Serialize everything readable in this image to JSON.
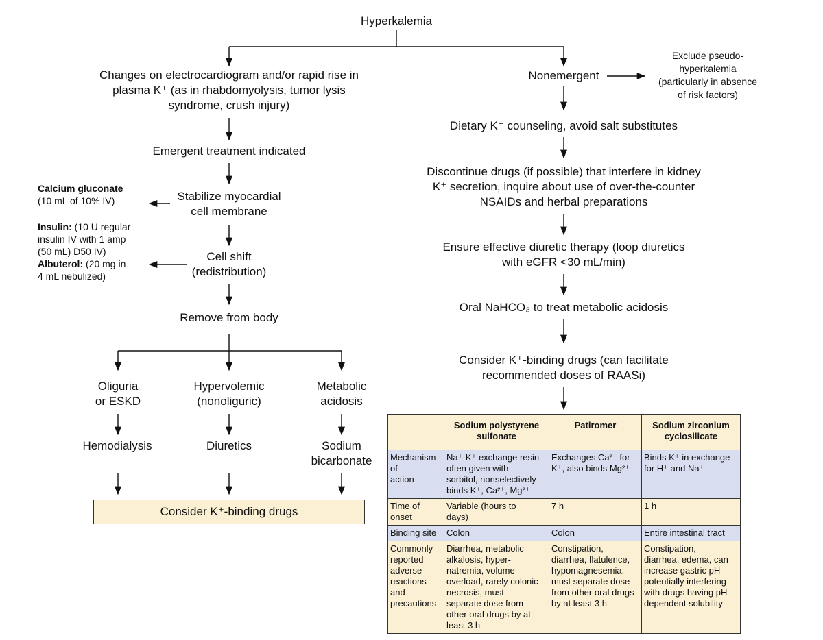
{
  "root": "Hyperkalemia",
  "left": {
    "trigger": "Changes on electrocardiogram and/or rapid rise in\nplasma K⁺ (as in rhabdomyolysis, tumor lysis\nsyndrome, crush injury)",
    "emergent": "Emergent treatment indicated",
    "stabilize": "Stabilize myocardial\ncell membrane",
    "cell_shift": "Cell shift\n(redistribution)",
    "remove": "Remove from body",
    "calcium_label": "Calcium gluconate",
    "calcium_dose": "(10 mL of 10% IV)",
    "insulin_label": "Insulin:",
    "insulin_dose_1": " (10 U regular",
    "insulin_dose_2": "insulin IV with 1 amp\n(50 mL) D50 IV)",
    "albuterol_label": "Albuterol:",
    "albuterol_dose_1": " (20 mg in",
    "albuterol_dose_2": "4 mL nebulized)",
    "branches": [
      {
        "condition": "Oliguria\nor ESKD",
        "treatment": "Hemodialysis"
      },
      {
        "condition": "Hypervolemic\n(nonoliguric)",
        "treatment": "Diuretics"
      },
      {
        "condition": "Metabolic\nacidosis",
        "treatment": "Sodium\nbicarbonate"
      }
    ],
    "final": "Consider K⁺-binding drugs"
  },
  "right": {
    "nonemergent": "Nonemergent",
    "exclude": "Exclude pseudo-\nhyperkalemia\n(particularly in absence\nof risk factors)",
    "steps": [
      "Dietary K⁺ counseling, avoid salt substitutes",
      "Discontinue drugs (if possible) that interfere in kidney\nK⁺ secretion, inquire about use of over-the-counter\nNSAIDs and herbal preparations",
      "Ensure effective diuretic therapy (loop diuretics\nwith eGFR <30 mL/min)",
      "Oral NaHCO₃ to treat metabolic acidosis",
      "Consider K⁺-binding drugs (can facilitate\nrecommended doses of RAASi)"
    ]
  },
  "table": {
    "headers": [
      "",
      "Sodium polystyrene\nsulfonate",
      "Patiromer",
      "Sodium zirconium\ncyclosilicate"
    ],
    "rows": [
      [
        "Mechanism\nof\naction",
        "Na⁺-K⁺ exchange resin\noften given with\nsorbitol, nonselectively\nbinds K⁺, Ca²⁺, Mg²⁺",
        "Exchanges Ca²⁺ for\nK⁺, also binds Mg²⁺",
        "Binds K⁺ in exchange\nfor H⁺ and Na⁺"
      ],
      [
        "Time of\nonset",
        "Variable (hours to\ndays)",
        "7 h",
        "1 h"
      ],
      [
        "Binding site",
        "Colon",
        "Colon",
        "Entire intestinal tract"
      ],
      [
        "Commonly\nreported\nadverse\nreactions\nand\nprecautions",
        "Diarrhea, metabolic\nalkalosis, hyper-\nnatremia, volume\noverload, rarely colonic\nnecrosis, must\nseparate dose from\nother oral drugs by at\nleast 3 h",
        "Constipation,\ndiarrhea, flatulence,\nhypomagnesemia,\nmust separate dose\nfrom other oral drugs\nby at least 3 h",
        "Constipation,\ndiarrhea, edema, can\nincrease gastric pH\npotentially interfering\nwith drugs having pH\ndependent solubility"
      ]
    ]
  }
}
